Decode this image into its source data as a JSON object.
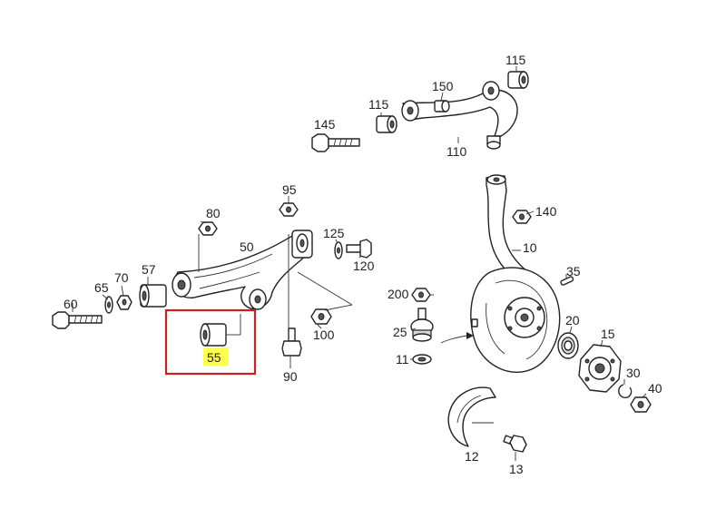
{
  "accent_colors": {
    "selection_box": "#cc1f1f",
    "label_highlight": "#ffff4d",
    "line": "#222222"
  },
  "selected_part": "55",
  "labels": {
    "p10": "10",
    "p11": "11",
    "p12": "12",
    "p13": "13",
    "p15": "15",
    "p20": "20",
    "p25": "25",
    "p30": "30",
    "p35": "35",
    "p40": "40",
    "p50": "50",
    "p55": "55",
    "p57": "57",
    "p60": "60",
    "p65": "65",
    "p70": "70",
    "p80": "80",
    "p90": "90",
    "p95": "95",
    "p100": "100",
    "p110": "110",
    "p115a": "115",
    "p115b": "115",
    "p120": "120",
    "p125": "125",
    "p140": "140",
    "p145": "145",
    "p150": "150",
    "p200": "200"
  }
}
